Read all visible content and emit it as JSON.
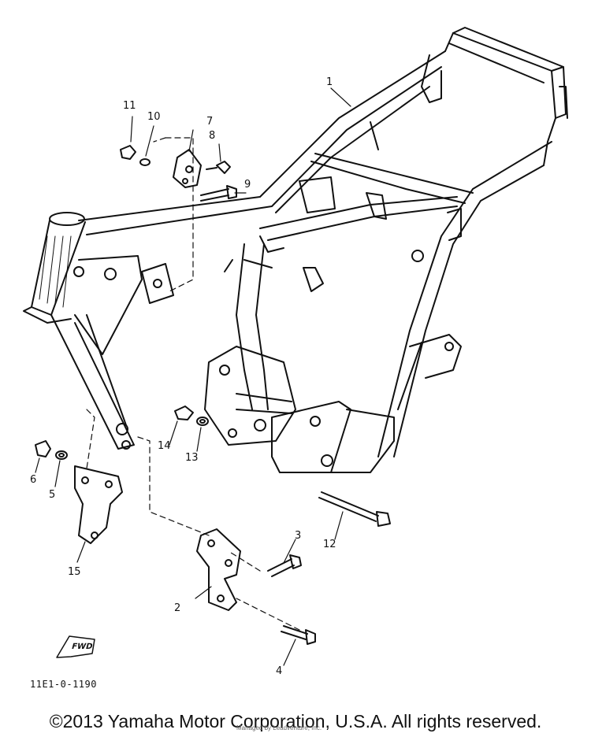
{
  "diagram": {
    "callouts": [
      "1",
      "2",
      "3",
      "4",
      "5",
      "6",
      "7",
      "8",
      "9",
      "10",
      "11",
      "12",
      "13",
      "14",
      "15"
    ],
    "fwd_label": "FWD",
    "diagram_code": "11E1-0-1190",
    "copyright": "©2013 Yamaha Motor Corporation, U.S.A. All rights reserved.",
    "watermark": "Managed by Leadventure, Inc.",
    "colors": {
      "ink": "#111111",
      "paper": "#ffffff"
    }
  }
}
